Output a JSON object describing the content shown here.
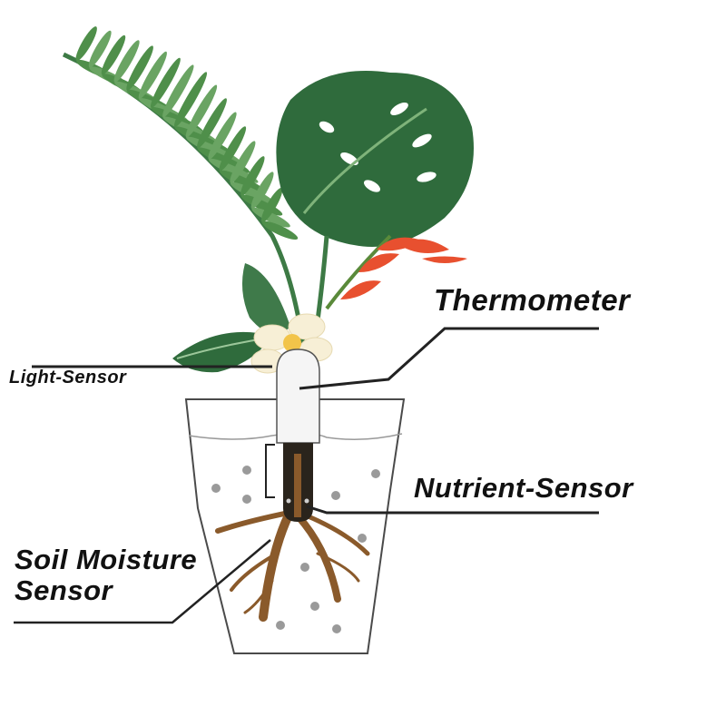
{
  "labels": {
    "thermometer": "Thermometer",
    "nutrient_sensor": "Nutrient-Sensor",
    "light_sensor": "Light-Sensor",
    "soil_moisture_line1": "Soil Moisture",
    "soil_moisture_line2": "Sensor"
  },
  "colors": {
    "leaf_dark": "#2f6b3c",
    "leaf_mid": "#4f8f4a",
    "leaf_light": "#7fb37a",
    "flower_cream": "#f7efd6",
    "flower_center": "#f2c44a",
    "heliconia": "#e8502f",
    "root_brown": "#8a5a2b",
    "sensor_white": "#f5f5f5",
    "sensor_dark": "#2a241c",
    "pot_outline": "#4a4a4a",
    "line": "#222222"
  }
}
